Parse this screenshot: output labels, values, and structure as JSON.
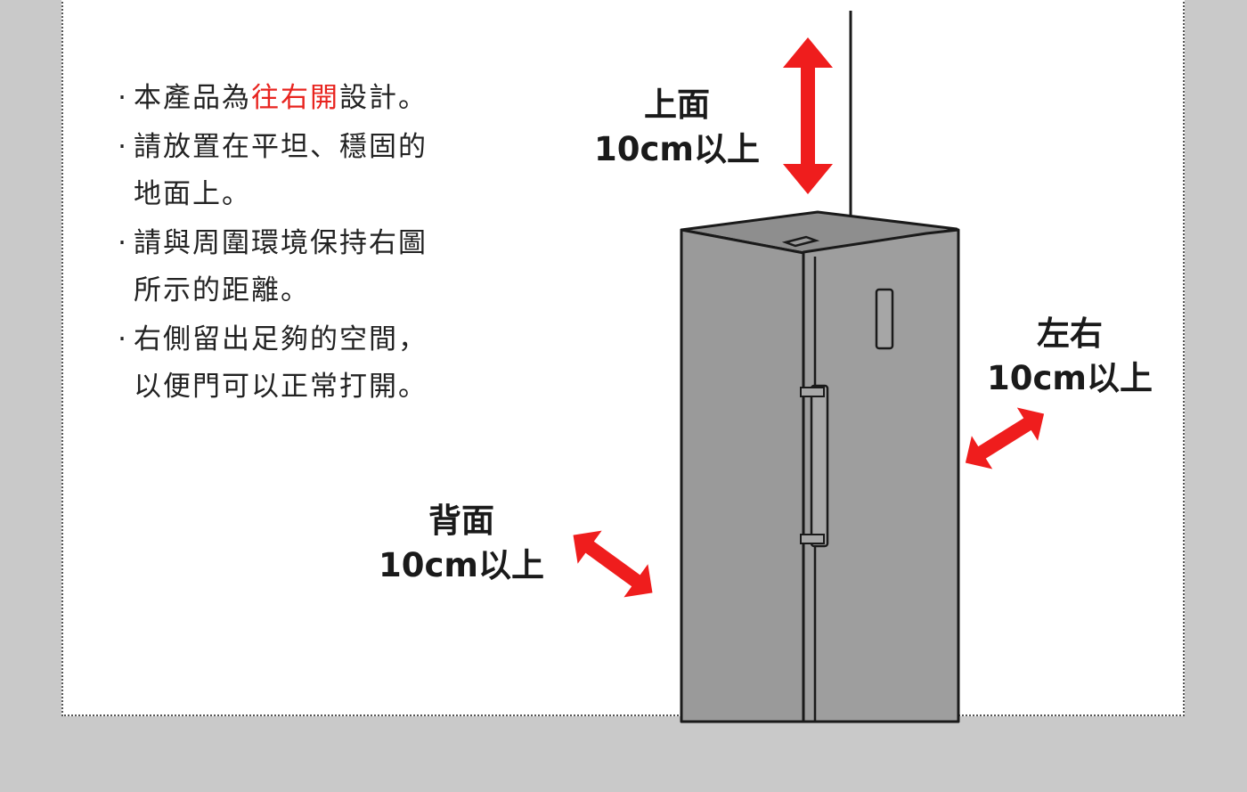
{
  "notes": [
    {
      "pre": "本產品為",
      "highlight": "往右開",
      "post": "設計。"
    },
    {
      "line1": "請放置在平坦、穩固的",
      "line2": "地面上。"
    },
    {
      "line1": "請與周圍環境保持右圖",
      "line2": "所示的距離。"
    },
    {
      "line1": "右側留出足夠的空間，",
      "line2": "以便門可以正常打開。"
    }
  ],
  "bullet": "·",
  "labels": {
    "top": {
      "title": "上面",
      "value": "10cm以上"
    },
    "sides": {
      "title": "左右",
      "value": "10cm以上"
    },
    "back": {
      "title": "背面",
      "value": "10cm以上"
    }
  },
  "colors": {
    "highlight": "#e8241f",
    "arrow": "#ef1d1d",
    "fridge_body": "#9a9a9a",
    "fridge_top": "#8e8e8e",
    "outline": "#1a1a1a",
    "page_bg": "#c9c9c9",
    "panel_bg": "#ffffff"
  }
}
